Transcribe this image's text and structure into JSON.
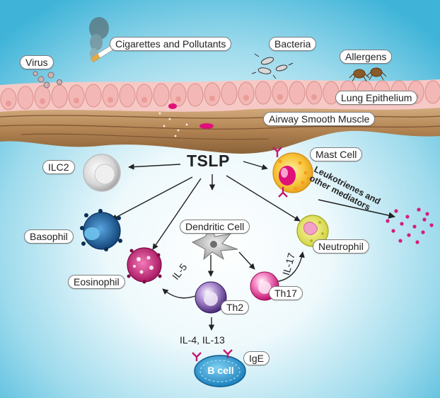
{
  "labels": {
    "virus": "Virus",
    "cigarettes": "Cigarettes and Pollutants",
    "bacteria": "Bacteria",
    "allergens": "Allergens",
    "lung_epithelium": "Lung Epithelium",
    "airway_smooth_muscle": "Airway Smooth Muscle",
    "tslp": "TSLP",
    "ilc2": "ILC2",
    "mast_cell": "Mast Cell",
    "leukotrienes_line1": "Leukotrienes and",
    "leukotrienes_line2": "other mediators",
    "basophil": "Basophil",
    "dendritic_cell": "Dendritic Cell",
    "neutrophil": "Neutrophil",
    "eosinophil": "Eosinophil",
    "il5": "IL-5",
    "il17": "IL-17",
    "th2": "Th2",
    "th17": "Th17",
    "il4_il13": "IL-4, IL-13",
    "b_cell": "B cell",
    "ige": "IgE"
  },
  "colors": {
    "background_center": "#ffffff",
    "background_edge": "#3fb4d8",
    "epithelium": "#f6c9c6",
    "smooth_muscle": "#b48554",
    "tslp_pink": "#e0107a"
  }
}
